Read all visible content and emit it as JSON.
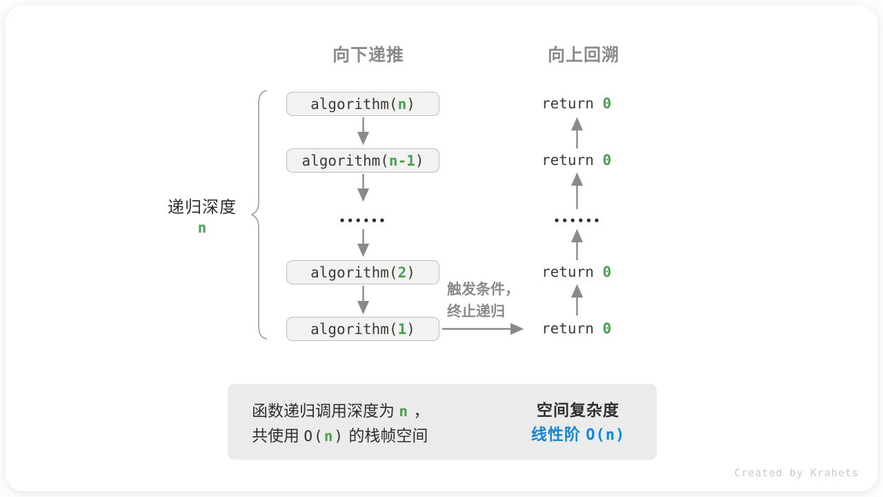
{
  "headers": {
    "downward": "向下递推",
    "upward": "向上回溯"
  },
  "depth_label": {
    "text": "递归深度",
    "value": "n"
  },
  "call_stack": {
    "boxes": [
      {
        "prefix": "algorithm(",
        "arg": "n",
        "suffix": ")"
      },
      {
        "prefix": "algorithm(",
        "arg": "n-1",
        "suffix": ")"
      },
      {
        "prefix": "algorithm(",
        "arg": "2",
        "suffix": ")"
      },
      {
        "prefix": "algorithm(",
        "arg": "1",
        "suffix": ")"
      }
    ],
    "ellipsis": "••••••"
  },
  "returns": {
    "keyword": "return ",
    "value": "0",
    "ellipsis": "••••••"
  },
  "trigger_note": "触发条件，\n终止递归",
  "summary": {
    "line1_prefix": "函数递归调用深度为 ",
    "line1_var": "n",
    "line1_suffix": " ，",
    "line2_prefix": "共使用 ",
    "line2_code_open": "O(",
    "line2_code_var": "n",
    "line2_code_close": ")",
    "line2_suffix": " 的栈帧空间",
    "right_title": "空间复杂度",
    "right_result_text": "线性阶 ",
    "right_result_code": "O(n)"
  },
  "watermark": "Created by Krahets",
  "colors": {
    "accent_green": "#4a9e50",
    "accent_blue": "#1286d8",
    "arrow_gray": "#8a8a8a",
    "box_bg": "#f2f2f1",
    "box_border": "#bdbdbd",
    "summary_bg": "#ebebeb",
    "text_dark": "#2e2e2e",
    "muted_gray": "#8a8a8a",
    "watermark_gray": "#c9c9c9"
  }
}
